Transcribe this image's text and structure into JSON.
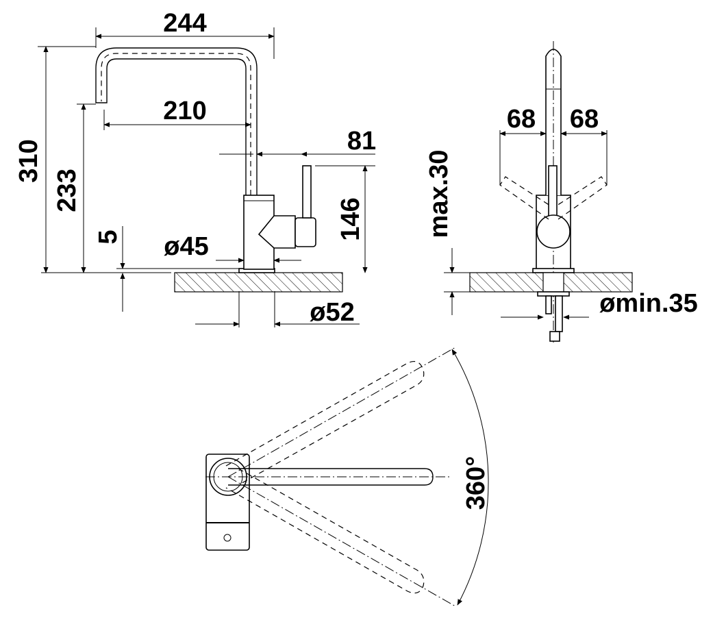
{
  "side_view": {
    "dim_total_width": "244",
    "dim_spout_reach": "210",
    "dim_total_height": "310",
    "dim_spout_height": "233",
    "dim_lever_offset": "81",
    "dim_lever_height": "146",
    "dim_base_thickness": "5",
    "dim_body_diameter": "ø45",
    "dim_hole_diameter": "ø52"
  },
  "front_view": {
    "dim_lever_left": "68",
    "dim_lever_right": "68",
    "dim_max_thickness": "max.30",
    "dim_min_hole": "ømin.35"
  },
  "top_view": {
    "dim_swivel": "360°"
  }
}
